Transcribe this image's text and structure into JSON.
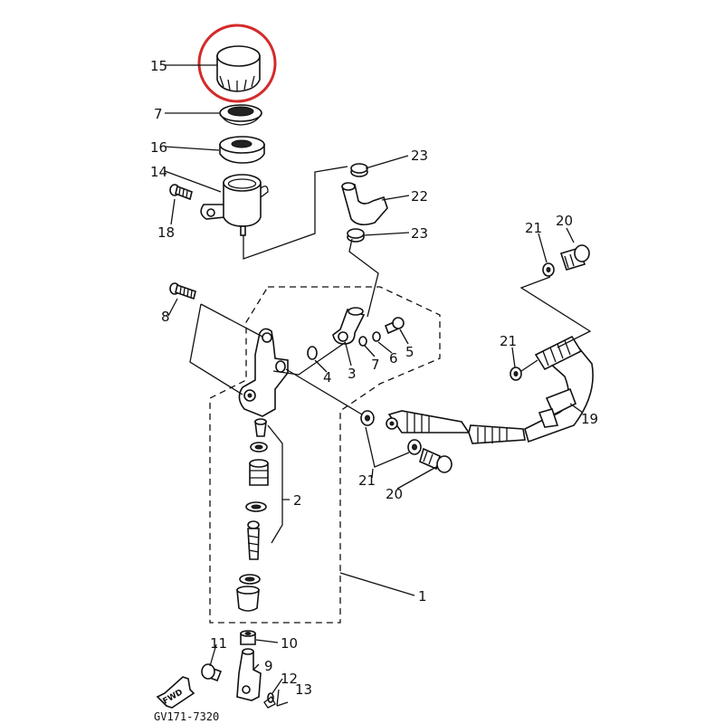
{
  "labels": {
    "p15": "15",
    "p7a": "7",
    "p16": "16",
    "p14": "14",
    "p18": "18",
    "p23a": "23",
    "p22": "22",
    "p23b": "23",
    "p21a": "21",
    "p20a": "20",
    "p8": "8",
    "p3": "3",
    "p4": "4",
    "p7b": "7",
    "p6": "6",
    "p5": "5",
    "p21b": "21",
    "p19": "19",
    "p2": "2",
    "p21c": "21",
    "p20b": "20",
    "p1": "1",
    "p10": "10",
    "p11": "11",
    "p9": "9",
    "p12": "12",
    "p13": "13"
  },
  "fwd_label": "FWD",
  "diagram_code": "GV171-7320",
  "colors": {
    "highlight_circle": "#d42a2a",
    "line": "#111111"
  }
}
